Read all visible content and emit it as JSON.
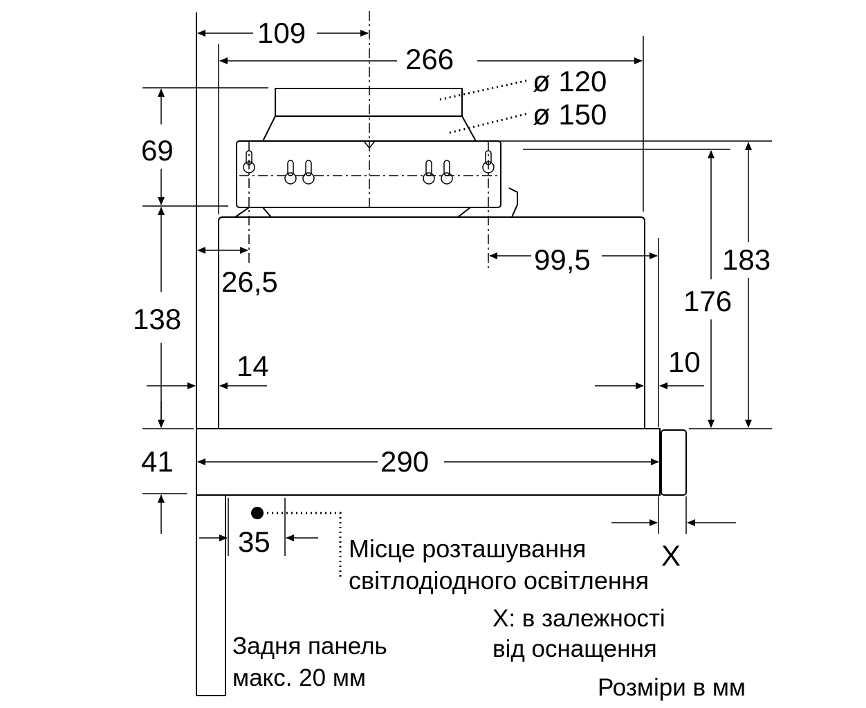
{
  "dimensions": {
    "d109": "109",
    "d266": "266",
    "d120": "ø 120",
    "d150": "ø 150",
    "d69": "69",
    "d183": "183",
    "d176": "176",
    "d99_5": "99,5",
    "d26_5": "26,5",
    "d138": "138",
    "d14": "14",
    "d10": "10",
    "d41": "41",
    "d290": "290",
    "d35": "35",
    "dX": "X"
  },
  "labels": {
    "led_line1": "Місце розташування",
    "led_line2": "світлодіодного освітлення",
    "x_line1": "X: в залежності",
    "x_line2": "від оснащення",
    "panel_line1": "Задня панель",
    "panel_line2": "макс. 20 мм",
    "units": "Розміри в мм"
  }
}
